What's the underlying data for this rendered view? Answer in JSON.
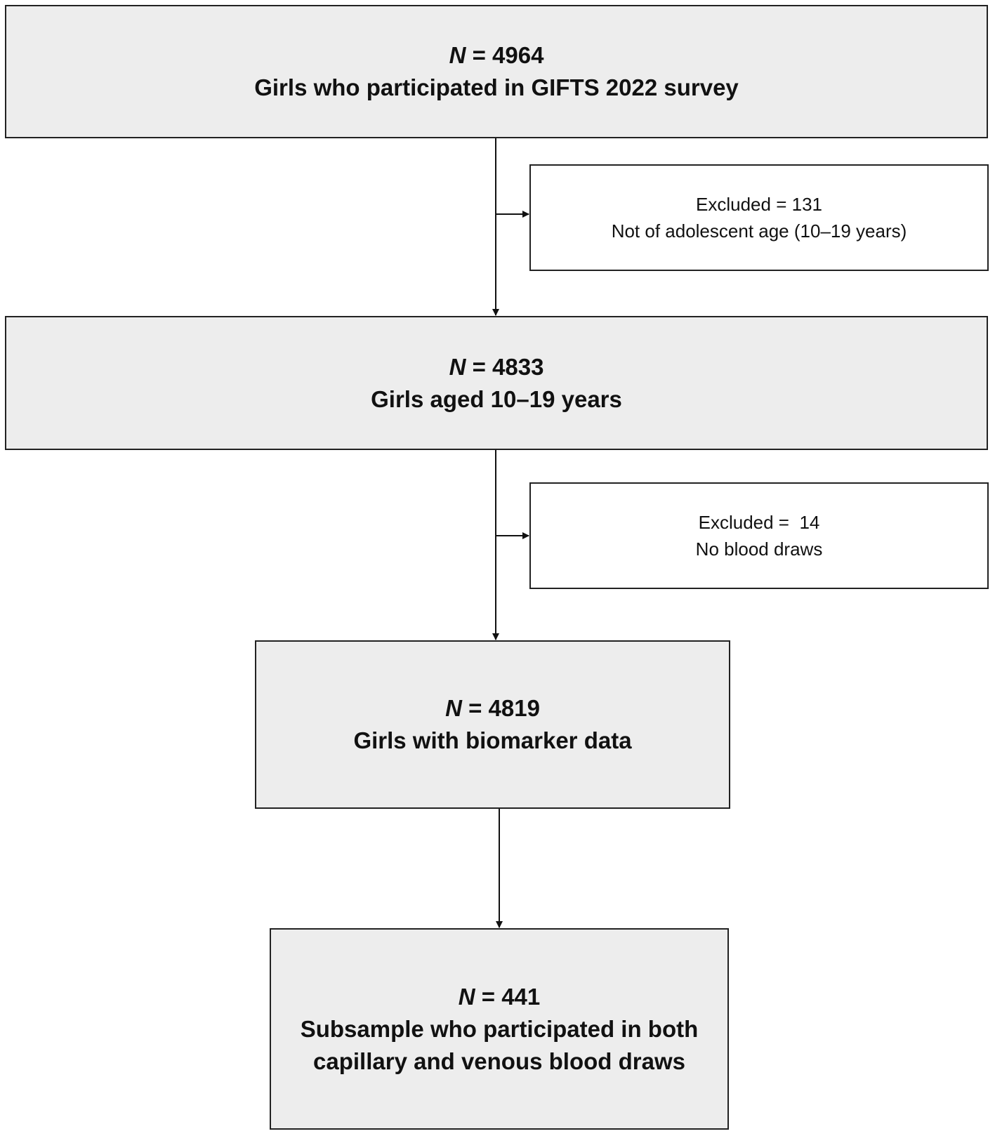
{
  "nodes": {
    "survey": {
      "n_label": "N",
      "n_value": "= 4964",
      "lines": [
        "Girls who participated in GIFTS 2022 survey"
      ]
    },
    "excluded_age": {
      "lines": [
        "Excluded = 131",
        "Not of adolescent age (10–19 years)"
      ]
    },
    "aged": {
      "n_label": "N",
      "n_value": "= 4833",
      "lines": [
        "Girls aged 10–19 years"
      ]
    },
    "excluded_blood": {
      "lines": [
        "Excluded =  14",
        "No blood draws"
      ]
    },
    "biomarker": {
      "n_label": "N",
      "n_value": "= 4819",
      "lines": [
        "Girls with biomarker data"
      ]
    },
    "subsample": {
      "n_label": "N",
      "n_value": "= 441",
      "lines": [
        "Subsample who participated in both",
        "capillary and venous blood draws"
      ]
    }
  },
  "colors": {
    "main_fill": "#ededed",
    "side_fill": "#ffffff",
    "stroke": "#222222"
  }
}
